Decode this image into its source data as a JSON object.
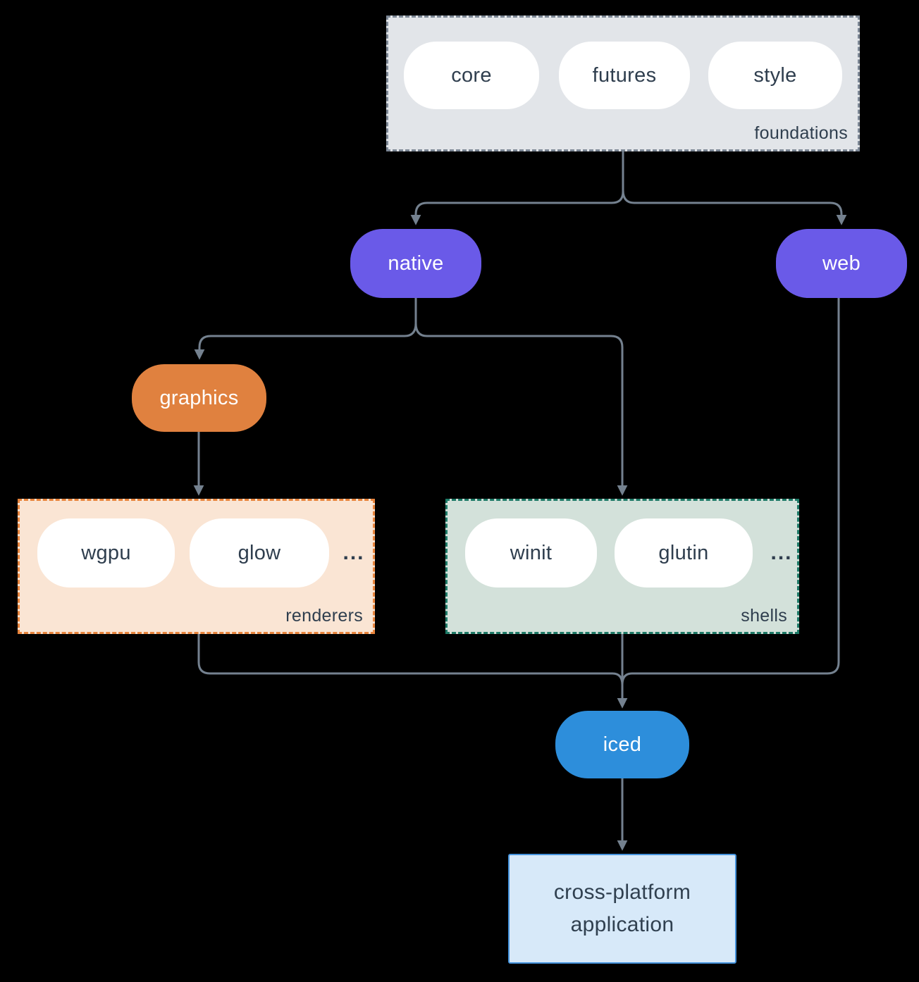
{
  "colors": {
    "background": "#000000",
    "connector": "#74818f",
    "text_dark": "#2f3e4e",
    "node_text_light": "#ffffff",
    "foundations_fill": "#e2e5e9",
    "foundations_border": "#7c8795",
    "native_web_fill": "#6a5ae8",
    "graphics_fill": "#e0813f",
    "renderers_fill": "#fae5d4",
    "renderers_border": "#e8843c",
    "shells_fill": "#d3e1da",
    "shells_border": "#1d7a67",
    "iced_fill": "#2d8edb",
    "application_fill": "#d7e9f9",
    "application_border": "#4593dc"
  },
  "groups": {
    "foundations": {
      "label": "foundations",
      "pills": [
        {
          "label": "core"
        },
        {
          "label": "futures"
        },
        {
          "label": "style"
        }
      ]
    },
    "renderers": {
      "label": "renderers",
      "pills": [
        {
          "label": "wgpu"
        },
        {
          "label": "glow"
        }
      ],
      "more": "..."
    },
    "shells": {
      "label": "shells",
      "pills": [
        {
          "label": "winit"
        },
        {
          "label": "glutin"
        }
      ],
      "more": "..."
    }
  },
  "nodes": {
    "native": {
      "label": "native"
    },
    "web": {
      "label": "web"
    },
    "graphics": {
      "label": "graphics"
    },
    "iced": {
      "label": "iced"
    },
    "application": {
      "label_line1": "cross-platform",
      "label_line2": "application"
    }
  }
}
